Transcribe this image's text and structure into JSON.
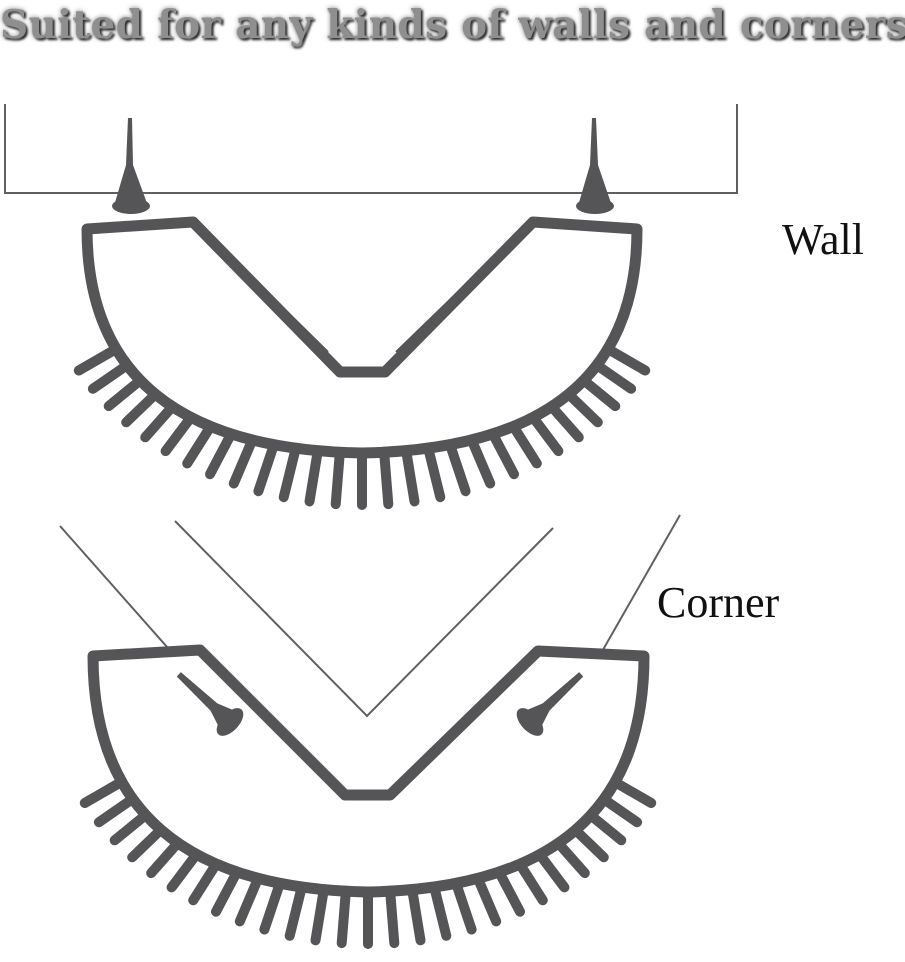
{
  "headline": "Suited for any kinds of walls and corners",
  "labels": {
    "wall": "Wall",
    "corner": "Corner"
  },
  "colors": {
    "stroke": "#555558",
    "wall_line": "#606060",
    "headline_fill": "#8f8f8f",
    "label_text": "#111111"
  },
  "diagram": {
    "scenes": [
      {
        "id": "wall",
        "label": "Wall",
        "mount": "flat-wall",
        "screws": 2
      },
      {
        "id": "corner",
        "label": "Corner",
        "mount": "inner-corner",
        "screws": 2
      }
    ],
    "icons": [
      "screw-icon",
      "bristle-arc",
      "wall-outline",
      "corner-outline"
    ]
  }
}
